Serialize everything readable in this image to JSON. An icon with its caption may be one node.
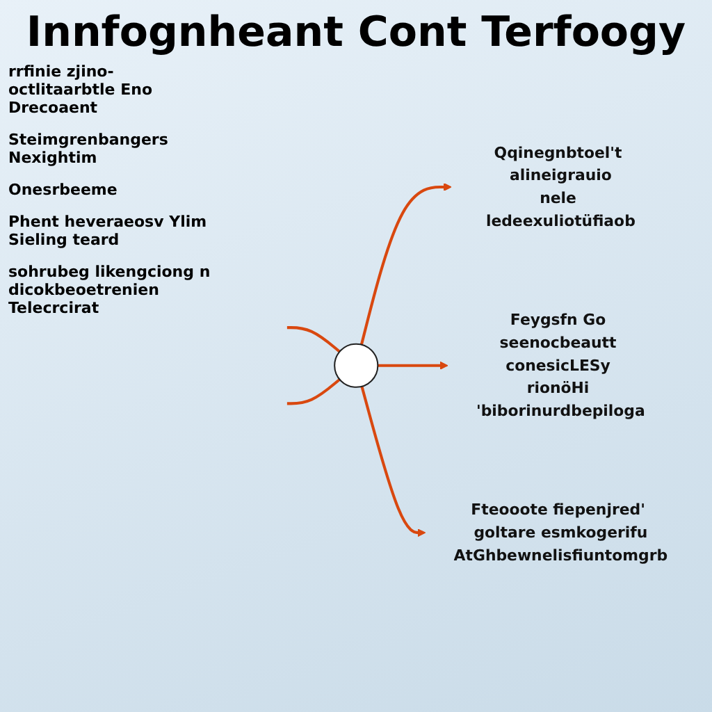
{
  "diagram": {
    "title": "Innfognheant Cont Terfoogy",
    "nodes": [
      {
        "text": [],
        "shape": "circle"
      },
      {
        "text": [
          "Qqinegnbtoel't alineigrauio",
          "nele ledeexuliotüfiaob"
        ]
      },
      {
        "text": [
          "Feygsfn Go seenocbeautt conesicLESy rionöHi 'biborinurdbepiloga"
        ]
      },
      {
        "text": [
          "Fteooote fiepenjred' goltare esmkogerifu",
          "AtGhbewnelisfiuntomgrb"
        ]
      }
    ],
    "edges": [
      {
        "from": 0,
        "to": 1,
        "arrow": "to"
      },
      {
        "from": 0,
        "to": 2,
        "arrow": "to"
      },
      {
        "from": 0,
        "to": 3,
        "arrow": "to"
      },
      {
        "from": null,
        "to": 0,
        "arrow": "none"
      },
      {
        "from": null,
        "to": 0,
        "arrow": "none"
      }
    ],
    "labels": [
      "rrfinie zjino-octlitaarbtle Eno Drecoaent",
      "Steimgrenbangers Nexightim",
      "Onesrbeeme",
      "Phent heveraeosv Ylim Sieling teard",
      "sohrubeg likengciong n dicokbeoetrenien Telecrcirat"
    ]
  }
}
